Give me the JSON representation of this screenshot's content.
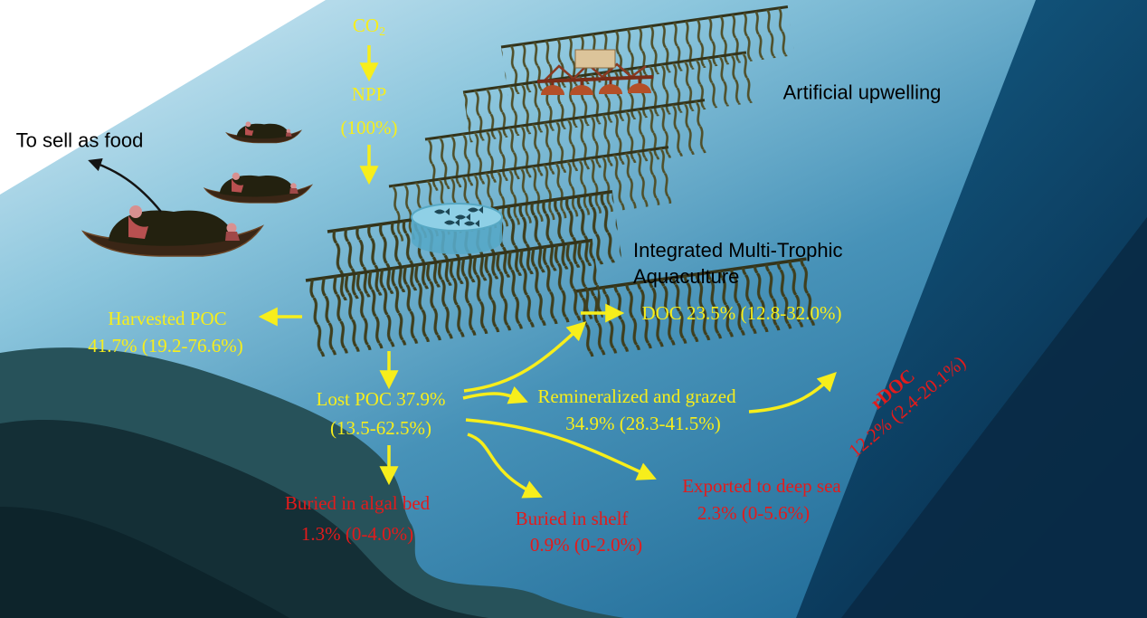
{
  "diagram": {
    "colors": {
      "flow_yellow": "#f7ee1b",
      "flow_red": "#e31b1b",
      "text_black": "#000000",
      "ocean_light": "#d9edf6",
      "ocean_deep": "#1c6794",
      "seafloor": "#27525a"
    },
    "labels": {
      "co2": "CO",
      "co2_sub": "2",
      "npp": "NPP",
      "npp_pct": "(100%)",
      "artificial_upwelling": "Artificial upwelling",
      "to_sell_as_food": "To sell as food",
      "imta": "Integrated Multi-Trophic Aquaculture",
      "harvested_poc": "Harvested POC",
      "harvested_poc_pct": "41.7% (19.2-76.6%)",
      "doc": "DOC 23.5% (12.8-32.0%)",
      "lost_poc": "Lost POC 37.9%",
      "lost_poc_pct": "(13.5-62.5%)",
      "remineralized": "Remineralized and grazed",
      "remineralized_pct": "34.9% (28.3-41.5%)",
      "rdoc": "rDOC",
      "rdoc_pct": "12.2% (2.4-20.1%)",
      "buried_algal_bed": "Buried in algal bed",
      "buried_algal_bed_pct": "1.3% (0-4.0%)",
      "buried_shelf": "Buried in shelf",
      "buried_shelf_pct": "0.9% (0-2.0%)",
      "exported_deep_sea": "Exported to deep sea",
      "exported_deep_sea_pct": "2.3% (0-5.6%)"
    }
  }
}
